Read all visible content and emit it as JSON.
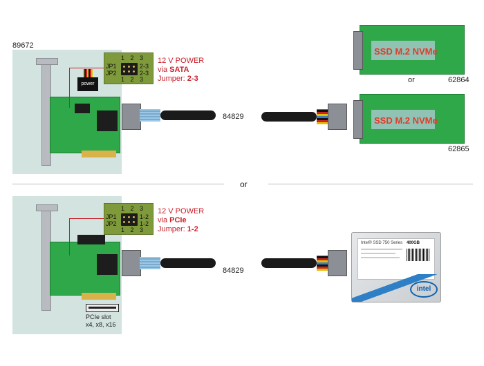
{
  "top": {
    "product_number": "89672",
    "jumper": {
      "cols_top": "1 2 3",
      "cols_bottom": "1 2 3",
      "row1_label": "JP1",
      "row2_label": "JP2",
      "row1_setting": "2-3",
      "row2_setting": "2-3"
    },
    "power_note": {
      "line1": "12 V POWER",
      "line2_prefix": "via ",
      "line2_bold": "SATA",
      "line3_prefix": "Jumper: ",
      "line3_bold": "2-3"
    },
    "power_connector_label": "power",
    "cable_number": "84829",
    "ssd1": {
      "label": "SSD M.2 NVMe",
      "number": "62864"
    },
    "ssd2": {
      "label": "SSD M.2 NVMe",
      "number": "62865"
    },
    "or_between_ssds": "or"
  },
  "separator_text": "or",
  "bottom": {
    "jumper": {
      "cols_top": "1 2 3",
      "cols_bottom": "1 2 3",
      "row1_label": "JP1",
      "row2_label": "JP2",
      "row1_setting": "1-2",
      "row2_setting": "1-2"
    },
    "power_note": {
      "line1": "12 V POWER",
      "line2_prefix": "via ",
      "line2_bold": "PCIe",
      "line3_prefix": "Jumper: ",
      "line3_bold": "1-2"
    },
    "pcie_note": {
      "line1": "PCIe slot",
      "line2": "x4, x8, x16"
    },
    "cable_number": "84829",
    "intel_ssd": {
      "series": "Intel® SSD 750 Series",
      "capacity": "400GB",
      "brand": "intel"
    }
  },
  "colors": {
    "panel_bg": "#d2e3e0",
    "pcb_green": "#2fa84a",
    "accent_red": "#c8202a",
    "jumper_olive": "#7f9a3b"
  }
}
